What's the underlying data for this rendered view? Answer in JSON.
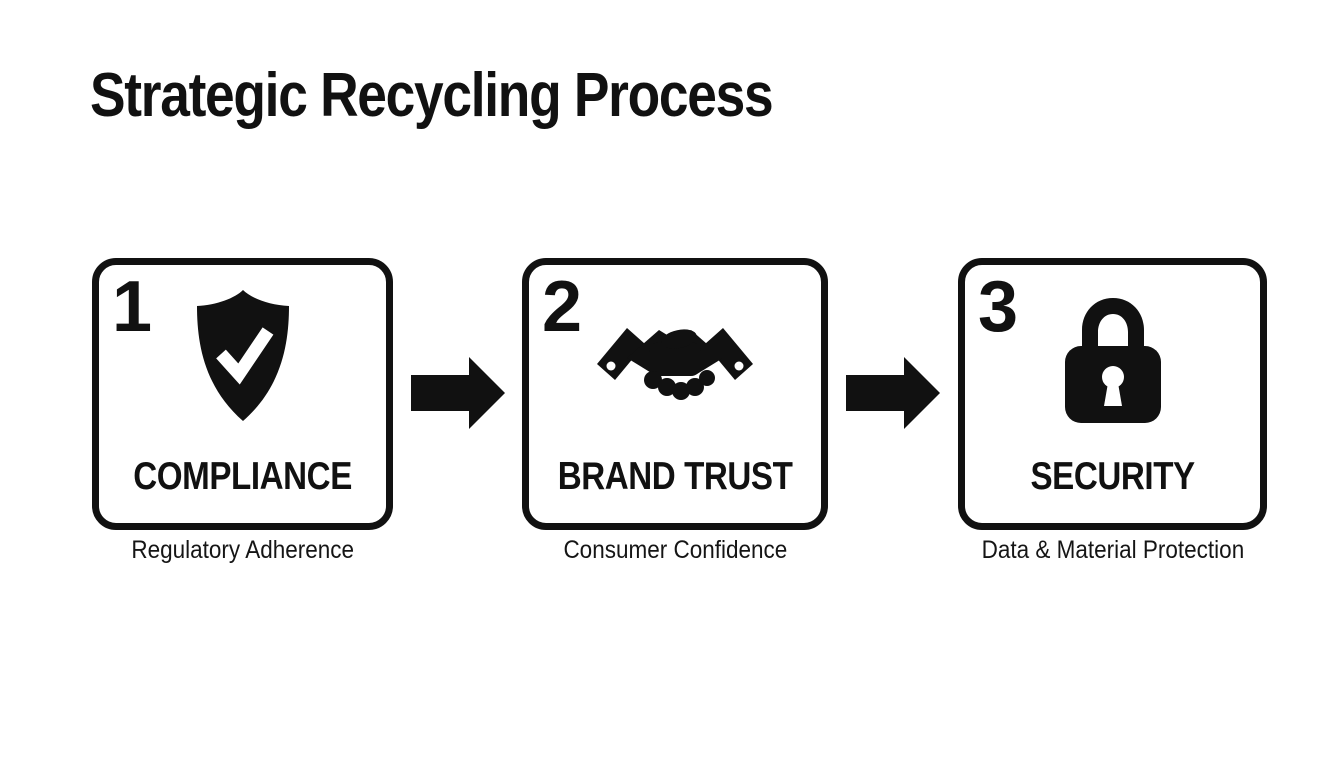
{
  "title": "Strategic Recycling Process",
  "steps": [
    {
      "number": "1",
      "label": "COMPLIANCE",
      "sublabel": "Regulatory Adherence",
      "icon": "shield-check-icon"
    },
    {
      "number": "2",
      "label": "BRAND TRUST",
      "sublabel": "Consumer Confidence",
      "icon": "handshake-icon"
    },
    {
      "number": "3",
      "label": "SECURITY",
      "sublabel": "Data & Material Protection",
      "icon": "lock-icon"
    }
  ],
  "colors": {
    "ink": "#111111",
    "background": "#ffffff"
  }
}
